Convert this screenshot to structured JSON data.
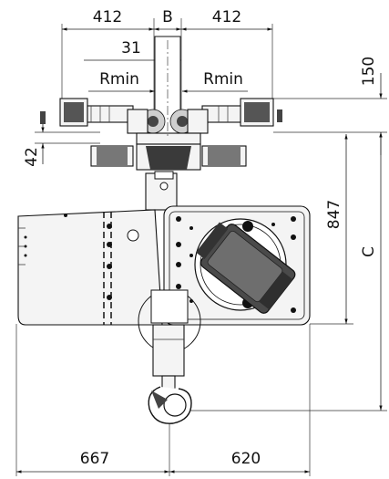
{
  "dimensions": {
    "left_top": "412",
    "center_top": "B",
    "right_top": "412",
    "inner": "31",
    "rmin_left": "Rmin",
    "rmin_right": "Rmin",
    "right_upper": "150",
    "left_side": "42",
    "right_mid": "847",
    "right_outer": "C",
    "bottom_left": "667",
    "bottom_right": "620"
  }
}
